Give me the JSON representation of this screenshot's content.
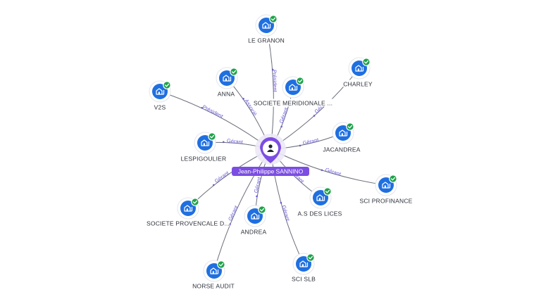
{
  "center": {
    "label": "Jean-Philippe SANNINO",
    "icon": "person-icon"
  },
  "nodes": [
    {
      "id": "le-granon",
      "label": "LE GRANON",
      "icon": "company-icon",
      "verified": true
    },
    {
      "id": "anna",
      "label": "ANNA",
      "icon": "company-icon",
      "verified": true
    },
    {
      "id": "charley",
      "label": "CHARLEY",
      "icon": "company-icon",
      "verified": true
    },
    {
      "id": "v2s",
      "label": "V2S",
      "icon": "company-icon",
      "verified": true
    },
    {
      "id": "societe-meridionale",
      "label": "SOCIETE MERIDIONALE ...",
      "icon": "company-icon",
      "verified": true
    },
    {
      "id": "jacandrea",
      "label": "JACANDREA",
      "icon": "company-icon",
      "verified": true
    },
    {
      "id": "lespigoulier",
      "label": "LESPIGOULIER",
      "icon": "company-icon",
      "verified": true
    },
    {
      "id": "sci-profinance",
      "label": "SCI PROFINANCE",
      "icon": "company-icon",
      "verified": true
    },
    {
      "id": "societe-provencale",
      "label": "SOCIETE PROVENCALE D...",
      "icon": "company-icon",
      "verified": true
    },
    {
      "id": "as-des-lices",
      "label": "A.S DES LICES",
      "icon": "company-icon",
      "verified": true
    },
    {
      "id": "andrea",
      "label": "ANDREA",
      "icon": "company-icon",
      "verified": true
    },
    {
      "id": "sci-slb",
      "label": "SCI SLB",
      "icon": "company-icon",
      "verified": true
    },
    {
      "id": "norse-audit",
      "label": "NORSE AUDIT",
      "icon": "company-icon",
      "verified": true
    }
  ],
  "edges": [
    {
      "target": "le-granon",
      "role": "Président"
    },
    {
      "target": "anna",
      "role": "Associé"
    },
    {
      "target": "charley",
      "role": "Gérant"
    },
    {
      "target": "v2s",
      "role": "Président"
    },
    {
      "target": "societe-meridionale",
      "role": "Gérant"
    },
    {
      "target": "jacandrea",
      "role": "Gérant"
    },
    {
      "target": "lespigoulier",
      "role": "Gérant"
    },
    {
      "target": "sci-profinance",
      "role": "Gérant"
    },
    {
      "target": "societe-provencale",
      "role": "Gérant"
    },
    {
      "target": "as-des-lices",
      "role": "Gérant"
    },
    {
      "target": "andrea",
      "role": "Gérant"
    },
    {
      "target": "sci-slb",
      "role": "Gérant"
    },
    {
      "target": "norse-audit",
      "role": "Gérant"
    }
  ],
  "colors": {
    "node": "#1f6fe0",
    "check": "#1fa24a",
    "center": "#7b4de2",
    "edge_label": "#6a5ad6"
  }
}
